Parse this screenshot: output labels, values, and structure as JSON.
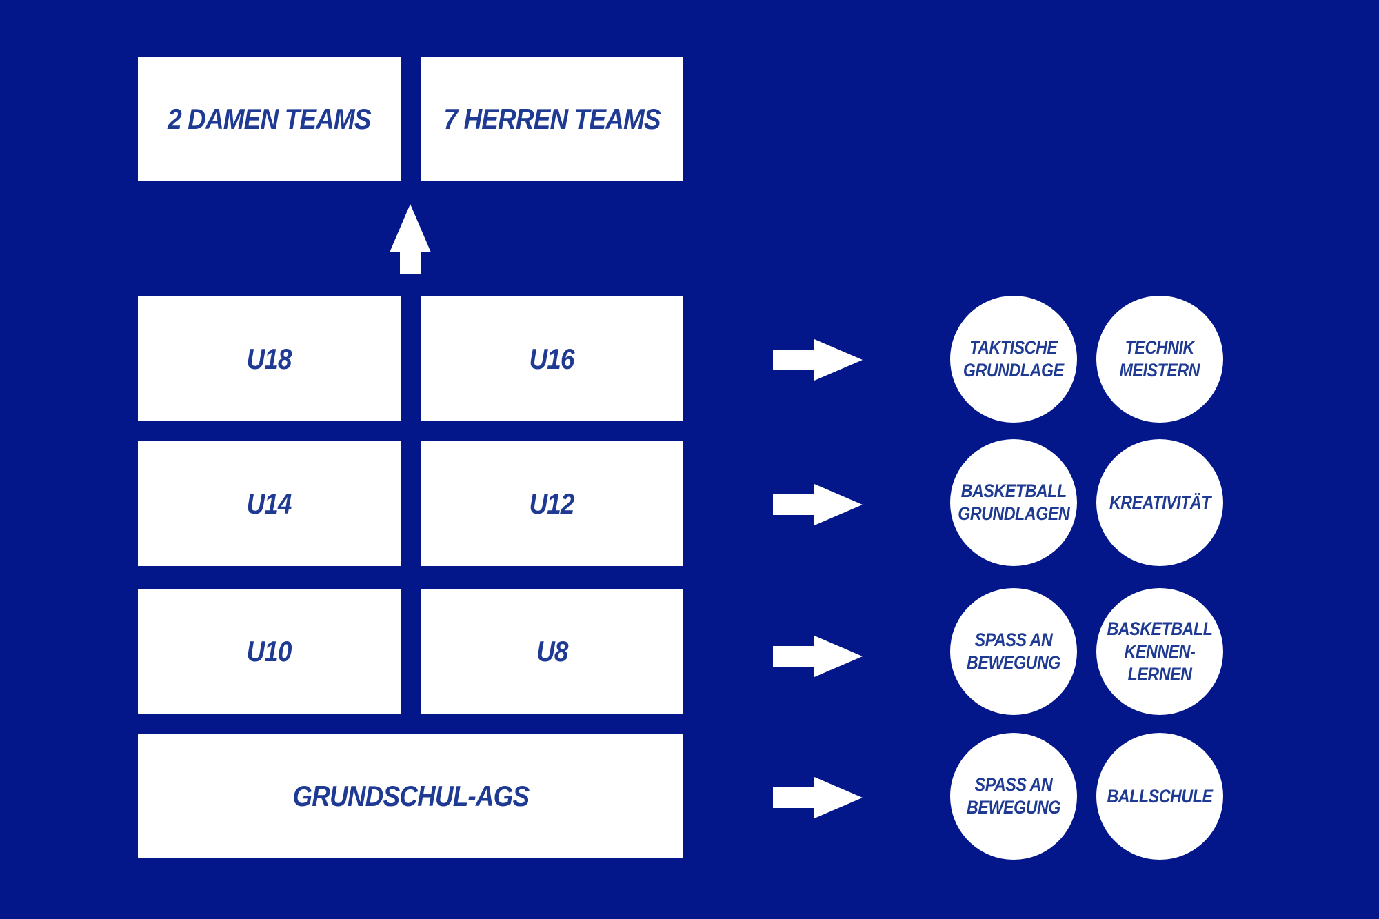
{
  "senior_teams": [
    {
      "label": "2 DAMEN TEAMS"
    },
    {
      "label": "7 HERREN TEAMS"
    }
  ],
  "youth_rows": [
    {
      "left": "U18",
      "right": "U16",
      "goals": [
        "TAKTISCHE\nGRUNDLAGE",
        "TECHNIK\nMEISTERN"
      ]
    },
    {
      "left": "U14",
      "right": "U12",
      "goals": [
        "BASKETBALL\nGRUNDLAGEN",
        "KREATIVITÄT"
      ]
    },
    {
      "left": "U10",
      "right": "U8",
      "goals": [
        "SPASS AN\nBEWEGUNG",
        "BASKETBALL\nKENNEN-\nLERNEN"
      ]
    }
  ],
  "school": {
    "label": "GRUNDSCHUL-AGS",
    "goals": [
      "SPASS AN\nBEWEGUNG",
      "BALLSCHULE"
    ]
  },
  "colors": {
    "background": "#03168a",
    "text": "#1f3a93",
    "box": "#ffffff"
  }
}
